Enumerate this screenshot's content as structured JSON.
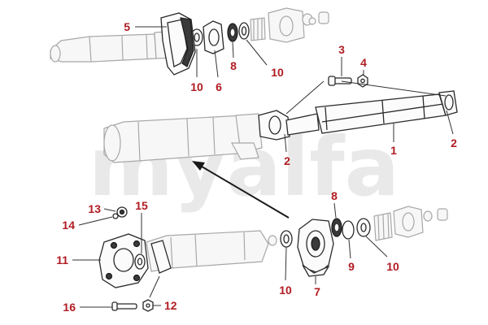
{
  "watermark": "myalfa",
  "callouts": [
    {
      "id": "c5",
      "label": "5"
    },
    {
      "id": "c10a",
      "label": "10"
    },
    {
      "id": "c6",
      "label": "6"
    },
    {
      "id": "c8a",
      "label": "8"
    },
    {
      "id": "c10b",
      "label": "10"
    },
    {
      "id": "c3",
      "label": "3"
    },
    {
      "id": "c4",
      "label": "4"
    },
    {
      "id": "c1",
      "label": "1"
    },
    {
      "id": "c2a",
      "label": "2"
    },
    {
      "id": "c2b",
      "label": "2"
    },
    {
      "id": "c13",
      "label": "13"
    },
    {
      "id": "c15",
      "label": "15"
    },
    {
      "id": "c14",
      "label": "14"
    },
    {
      "id": "c11",
      "label": "11"
    },
    {
      "id": "c16",
      "label": "16"
    },
    {
      "id": "c12",
      "label": "12"
    },
    {
      "id": "c8b",
      "label": "8"
    },
    {
      "id": "c9",
      "label": "9"
    },
    {
      "id": "c10c",
      "label": "10"
    },
    {
      "id": "c10d",
      "label": "10"
    },
    {
      "id": "c7",
      "label": "7"
    }
  ],
  "colors": {
    "callout": "#b01c22",
    "watermark": "#e9e9e9",
    "line": "#2a2a2a",
    "dim_line": "#a8a8a8"
  }
}
